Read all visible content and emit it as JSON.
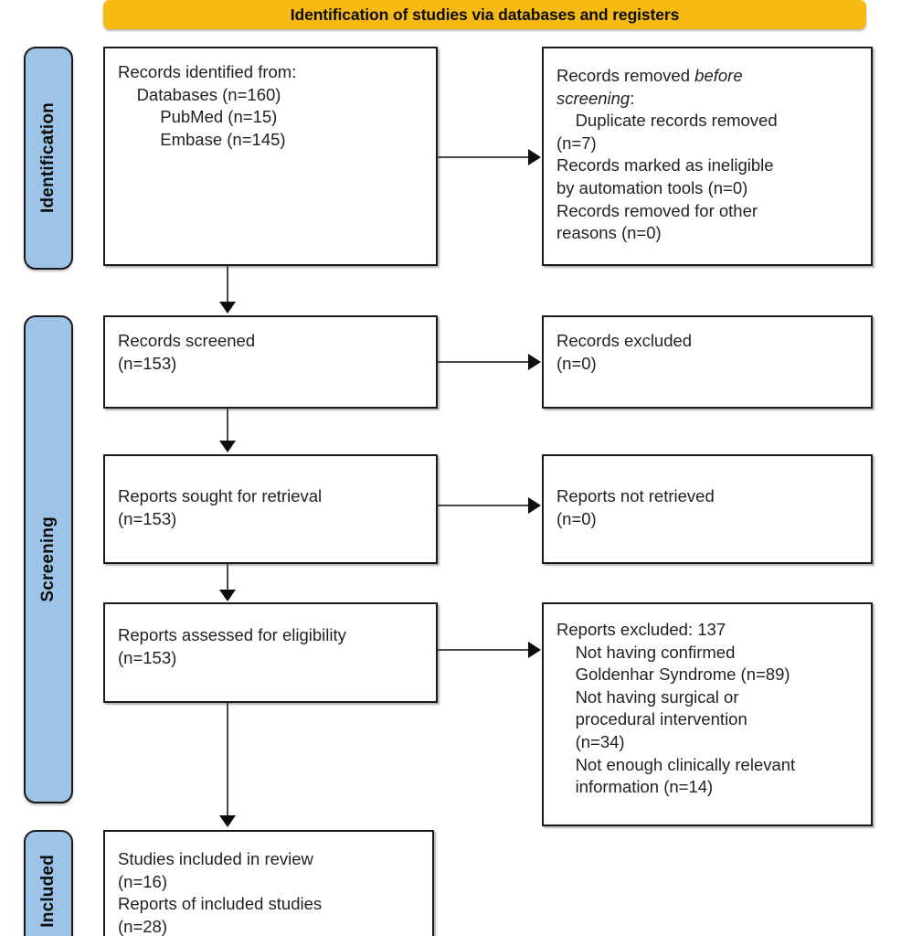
{
  "banner": {
    "title": "Identification of studies via databases and registers"
  },
  "colors": {
    "banner_bg": "#F6BA12",
    "stage_bg": "#9DC3E6",
    "box_border": "#1a1a1a",
    "connector": "#4a4a4a",
    "text": "#231f20"
  },
  "stages": [
    {
      "id": "identification",
      "label": "Identification"
    },
    {
      "id": "screening",
      "label": "Screening"
    },
    {
      "id": "included",
      "label": "Included"
    }
  ],
  "boxes": {
    "identified": {
      "text": "Records identified from:\n    Databases (n=160)\n         PubMed (n=15)\n         Embase (n=145)"
    },
    "removed_before_screening": {
      "line1": "Records removed ",
      "line1_italic": "before",
      "line2_italic": "screening",
      "line2_rest": ":",
      "body": "    Duplicate records removed\n(n=7)\nRecords marked as ineligible\nby automation tools (n=0)\nRecords removed for other\nreasons (n=0)"
    },
    "screened": {
      "text": "Records screened\n(n=153)"
    },
    "excluded": {
      "text": "Records excluded\n(n=0)"
    },
    "sought": {
      "text": "Reports sought for retrieval\n(n=153)"
    },
    "not_retrieved": {
      "text": "Reports not retrieved\n(n=0)"
    },
    "assessed": {
      "text": "Reports assessed for eligibility\n(n=153)"
    },
    "reports_excluded": {
      "text": "Reports excluded: 137\n    Not having confirmed\n    Goldenhar Syndrome (n=89)\n    Not having surgical or\n    procedural intervention\n    (n=34)\n    Not enough clinically relevant\n    information (n=14)"
    },
    "included": {
      "text": "Studies included in review\n(n=16)\nReports of included studies\n(n=28)"
    }
  },
  "chart_data": {
    "type": "diagram",
    "title": "Identification of studies via databases and registers",
    "nodes": [
      {
        "id": "identified",
        "stage": "Identification",
        "label": "Records identified from: Databases (n=160); PubMed (n=15); Embase (n=145)",
        "counts": {
          "databases": 160,
          "pubmed": 15,
          "embase": 145
        }
      },
      {
        "id": "removed_before_screening",
        "stage": "Identification",
        "label": "Records removed before screening",
        "counts": {
          "duplicate_records_removed": 7,
          "marked_ineligible_by_automation_tools": 0,
          "removed_for_other_reasons": 0
        }
      },
      {
        "id": "screened",
        "stage": "Screening",
        "label": "Records screened",
        "counts": {
          "n": 153
        }
      },
      {
        "id": "excluded",
        "stage": "Screening",
        "label": "Records excluded",
        "counts": {
          "n": 0
        }
      },
      {
        "id": "sought",
        "stage": "Screening",
        "label": "Reports sought for retrieval",
        "counts": {
          "n": 153
        }
      },
      {
        "id": "not_retrieved",
        "stage": "Screening",
        "label": "Reports not retrieved",
        "counts": {
          "n": 0
        }
      },
      {
        "id": "assessed",
        "stage": "Screening",
        "label": "Reports assessed for eligibility",
        "counts": {
          "n": 153
        }
      },
      {
        "id": "reports_excluded",
        "stage": "Screening",
        "label": "Reports excluded: 137",
        "counts": {
          "total": 137,
          "not_having_confirmed_goldenhar_syndrome": 89,
          "not_having_surgical_or_procedural_intervention": 34,
          "not_enough_clinically_relevant_information": 14
        }
      },
      {
        "id": "included",
        "stage": "Included",
        "label": "Studies included in review / Reports of included studies",
        "counts": {
          "studies_included_in_review": 16,
          "reports_of_included_studies": 28
        }
      }
    ],
    "edges": [
      {
        "from": "identified",
        "to": "removed_before_screening",
        "direction": "right"
      },
      {
        "from": "identified",
        "to": "screened",
        "direction": "down"
      },
      {
        "from": "screened",
        "to": "excluded",
        "direction": "right"
      },
      {
        "from": "screened",
        "to": "sought",
        "direction": "down"
      },
      {
        "from": "sought",
        "to": "not_retrieved",
        "direction": "right"
      },
      {
        "from": "sought",
        "to": "assessed",
        "direction": "down"
      },
      {
        "from": "assessed",
        "to": "reports_excluded",
        "direction": "right"
      },
      {
        "from": "assessed",
        "to": "included",
        "direction": "down"
      }
    ]
  }
}
